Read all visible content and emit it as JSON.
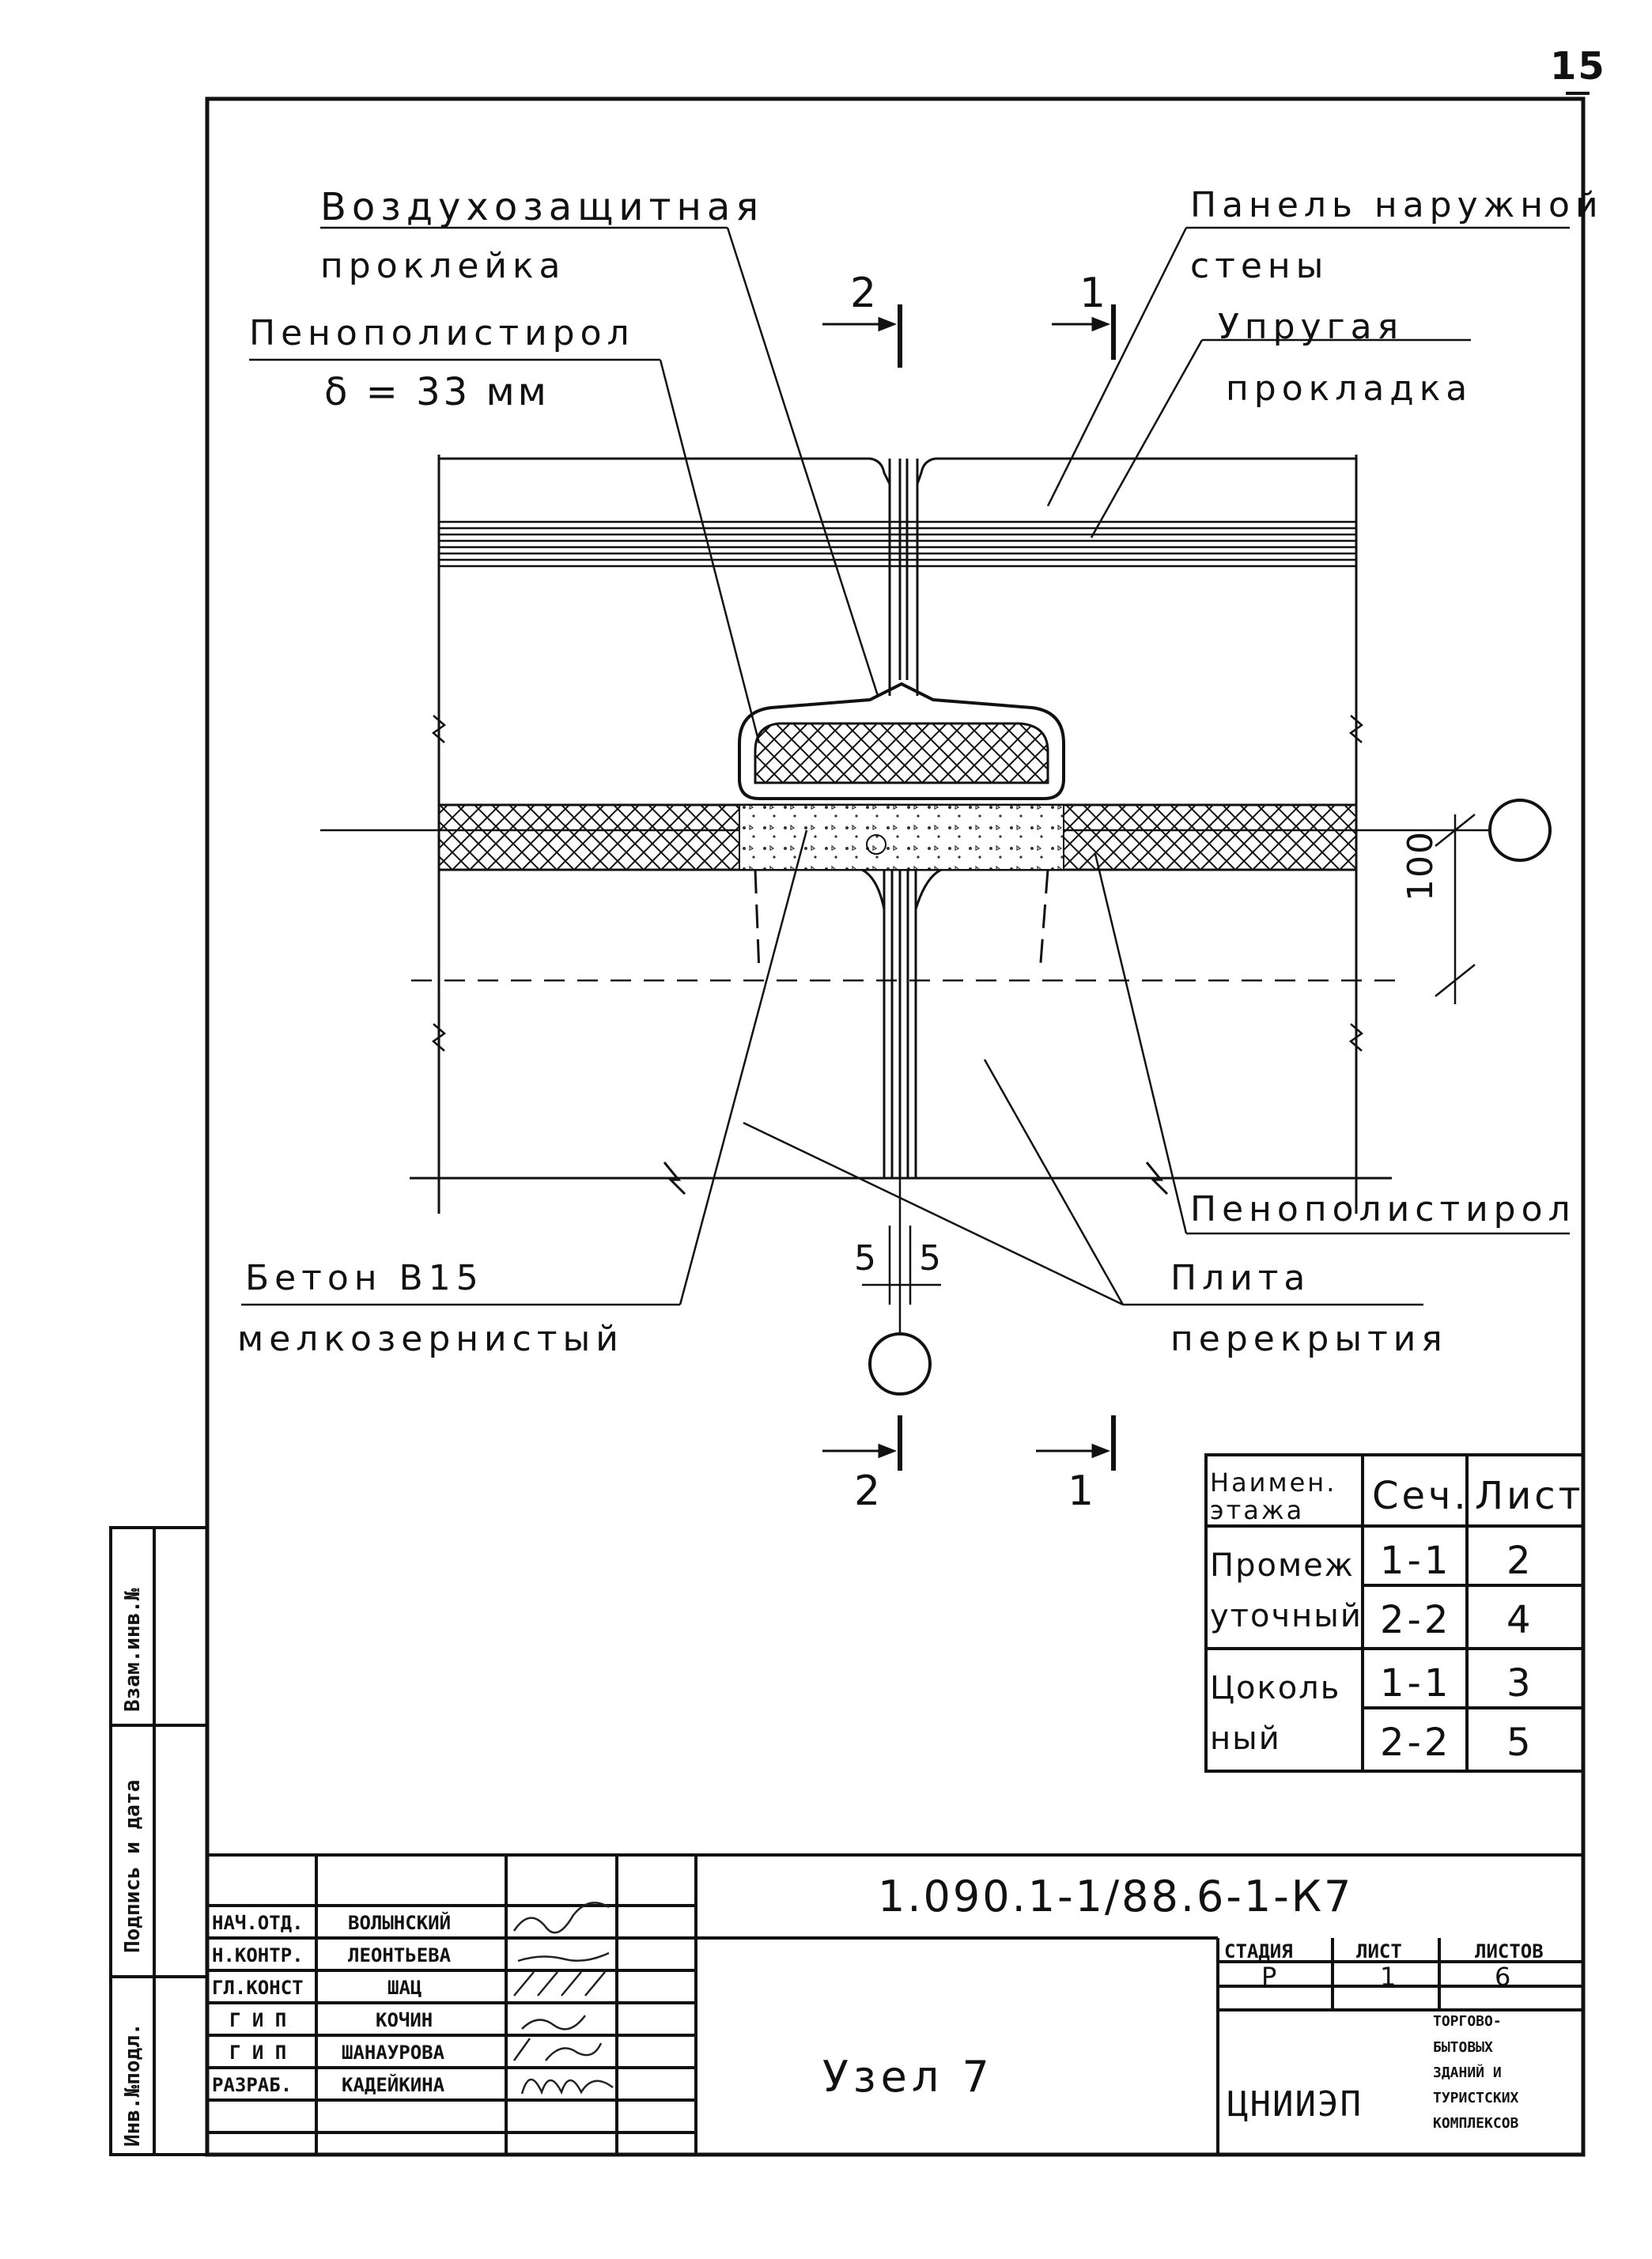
{
  "page_number": "15",
  "callouts": {
    "air_seal": [
      "Воздухозащитная",
      "проклейка"
    ],
    "foam_top": [
      "Пенополистирол",
      "δ = 33 мм"
    ],
    "panel": [
      "Панель наружной",
      "стены"
    ],
    "gasket": [
      "Упругая",
      "прокладка"
    ],
    "foam_right": "Пенополистирол",
    "concrete": [
      "Бетон В15",
      "мелкозернистый"
    ],
    "slab": [
      "Плита",
      "перекрытия"
    ]
  },
  "section_marks": {
    "top_left": "2",
    "top_right": "1",
    "bottom_left": "2",
    "bottom_right": "1"
  },
  "dimensions": {
    "vertical": "100",
    "gap_left": "5",
    "gap_right": "5"
  },
  "sections_table": {
    "headers": [
      "Наимен. этажа",
      "Сеч.",
      "Лист"
    ],
    "groups": [
      {
        "floor": "Промежуточный",
        "rows": [
          {
            "section": "1-1",
            "sheet": "2"
          },
          {
            "section": "2-2",
            "sheet": "4"
          }
        ]
      },
      {
        "floor": "Цокольный",
        "rows": [
          {
            "section": "1-1",
            "sheet": "3"
          },
          {
            "section": "2-2",
            "sheet": "5"
          }
        ]
      }
    ]
  },
  "side_stamp": [
    "Взам.инв.№",
    "Подпись и дата",
    "Инв.№подл."
  ],
  "title_block": {
    "doc_code": "1.090.1-1/88.6-1-К7",
    "drawing_title": "Узел 7",
    "staff": [
      {
        "role": "НАЧ.ОТД.",
        "name": "ВОЛЫНСКИЙ"
      },
      {
        "role": "Н.КОНТР.",
        "name": "ЛЕОНТЬЕВА"
      },
      {
        "role": "ГЛ.КОНСТ",
        "name": "ШАЦ"
      },
      {
        "role": "Г И П",
        "name": "КОЧИН"
      },
      {
        "role": "Г И П",
        "name": "ШАНАУРОВА"
      },
      {
        "role": "РАЗРАБ.",
        "name": "КАДЕЙКИНА"
      }
    ],
    "stage_label": "СТАДИЯ",
    "sheet_label": "ЛИСТ",
    "sheets_label": "ЛИСТОВ",
    "stage": "Р",
    "sheet": "1",
    "sheets": "6",
    "organization": "ЦНИИЭП",
    "org_note": [
      "ТОРГОВО-",
      "БЫТОВЫХ",
      "ЗДАНИЙ И",
      "ТУРИСТСКИХ",
      "КОМПЛЕКСОВ"
    ]
  }
}
